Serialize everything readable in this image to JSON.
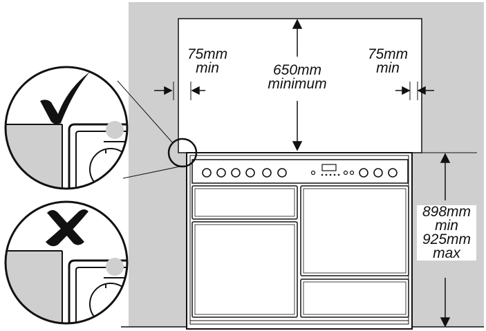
{
  "dimensions": {
    "left_gap": {
      "value": "75mm",
      "qualifier": "min"
    },
    "right_gap": {
      "value": "75mm",
      "qualifier": "min"
    },
    "top_clearance": {
      "value": "650mm",
      "qualifier": "minimum"
    },
    "height_min": {
      "value": "898mm",
      "qualifier": "min"
    },
    "height_max": {
      "value": "925mm",
      "qualifier": "max"
    }
  },
  "colors": {
    "wall": "#cfcfcf",
    "line": "#111111",
    "background": "#ffffff"
  },
  "icons": {
    "correct": "check-mark-icon",
    "incorrect": "cross-mark-icon"
  }
}
